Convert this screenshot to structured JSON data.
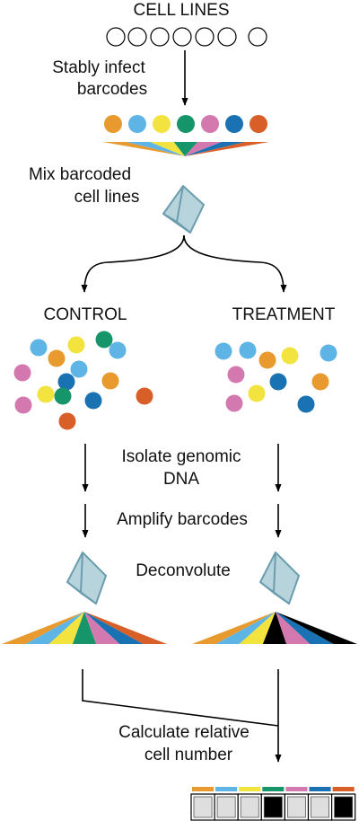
{
  "labels": {
    "cell_lines": "CELL LINES",
    "stably_infect_1": "Stably infect",
    "stably_infect_2": "barcodes",
    "mix_1": "Mix barcoded",
    "mix_2": "cell lines",
    "control": "CONTROL",
    "treatment": "TREATMENT",
    "isolate_1": "Isolate genomic",
    "isolate_2": "DNA",
    "amplify": "Amplify barcodes",
    "deconvolute": "Deconvolute",
    "calculate_1": "Calculate relative",
    "calculate_2": "cell number"
  },
  "colors": {
    "orange": "#E89A2E",
    "light_blue": "#5DB4E5",
    "yellow": "#F2E33E",
    "green": "#16956B",
    "pink": "#D479B0",
    "blue": "#1B72B2",
    "red_orange": "#D85F28",
    "black": "#000000",
    "prism_fill": "#B7D3DB",
    "prism_edge": "#6A9DAE",
    "cell_empty_fill": "#DEDEDE"
  },
  "barcode_order": [
    "orange",
    "light_blue",
    "yellow",
    "green",
    "pink",
    "blue",
    "red_orange"
  ],
  "control_spectrum_colors": [
    "orange",
    "light_blue",
    "yellow",
    "green",
    "pink",
    "blue",
    "red_orange"
  ],
  "treatment_spectrum_colors": [
    "orange",
    "light_blue",
    "yellow",
    "black",
    "pink",
    "blue",
    "black"
  ],
  "result_cells": [
    "empty",
    "empty",
    "empty",
    "filled",
    "empty",
    "empty",
    "filled"
  ]
}
